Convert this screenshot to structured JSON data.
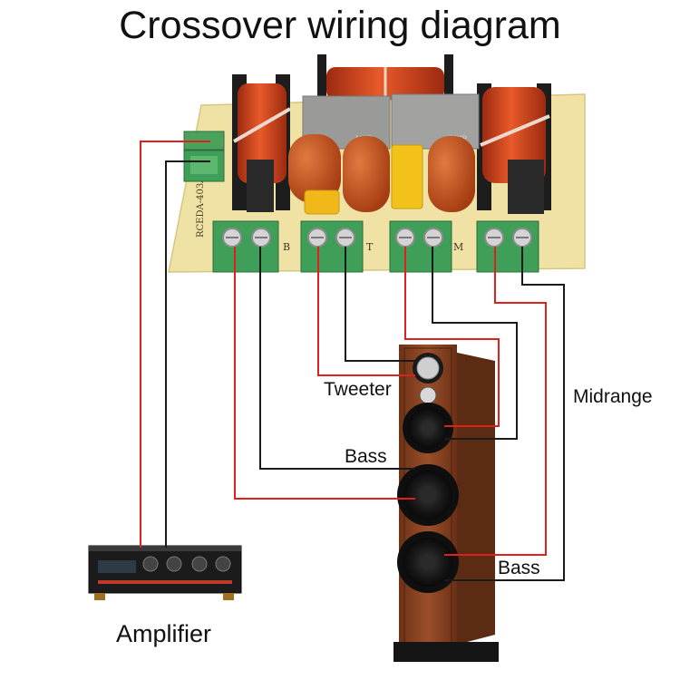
{
  "title": "Crossover wiring diagram",
  "labels": {
    "tweeter": "Tweeter",
    "midrange": "Midrange",
    "bass_upper": "Bass",
    "bass_lower": "Bass",
    "amplifier": "Amplifier"
  },
  "board": {
    "terminal_labels": [
      "B",
      "T",
      "M"
    ],
    "model_text": "RCEDA-403A",
    "capacitor_text": [
      "MKP",
      "MKP"
    ]
  },
  "colors": {
    "wire_red": "#e0201c",
    "wire_black": "#1a1a1a",
    "board": "#efe2a4",
    "terminal_green": "#3f9f58",
    "coil_copper": "#c8401c",
    "capacitor_orange": "#c8511c",
    "capacitor_yellow": "#f3c21a",
    "capacitor_grey": "#9a9a98",
    "cabinet_wood": "#8a4222",
    "amplifier_body": "#1b1b1b"
  }
}
